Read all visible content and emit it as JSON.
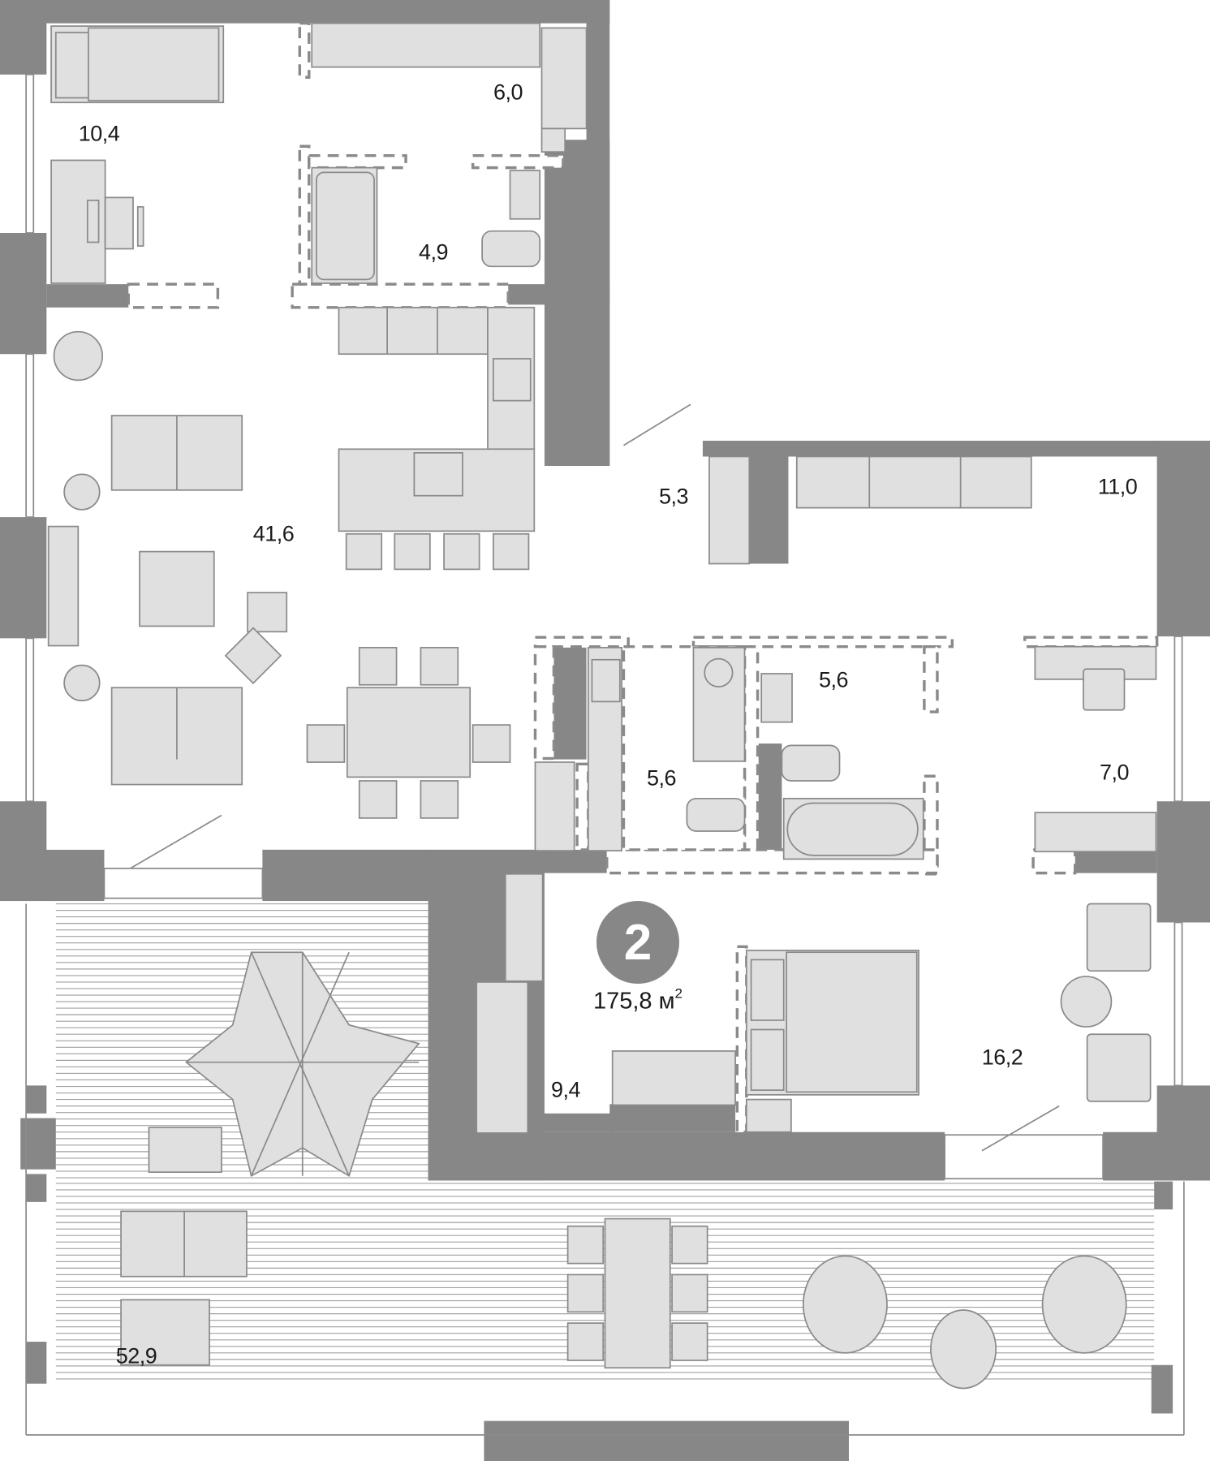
{
  "plan": {
    "apartment_number": "2",
    "total_area": "175,8",
    "total_area_unit": "м",
    "total_area_unit_sup": "2",
    "colors": {
      "wall": "#878787",
      "furniture_fill": "#e0e0e0",
      "furniture_stroke": "#8a8a8a",
      "badge": "#878787"
    },
    "rooms": [
      {
        "id": "bedroom-small",
        "area": "10,4"
      },
      {
        "id": "wardrobe-top",
        "area": "6,0"
      },
      {
        "id": "bathroom-top",
        "area": "4,9"
      },
      {
        "id": "living-kitchen",
        "area": "41,6"
      },
      {
        "id": "hallway",
        "area": "5,3"
      },
      {
        "id": "corridor-right",
        "area": "11,0"
      },
      {
        "id": "bathroom-middle",
        "area": "5,6"
      },
      {
        "id": "laundry",
        "area": "5,6"
      },
      {
        "id": "study",
        "area": "7,0"
      },
      {
        "id": "wardrobe-bottom",
        "area": "9,4"
      },
      {
        "id": "master-bedroom",
        "area": "16,2"
      },
      {
        "id": "terrace",
        "area": "52,9"
      }
    ]
  }
}
